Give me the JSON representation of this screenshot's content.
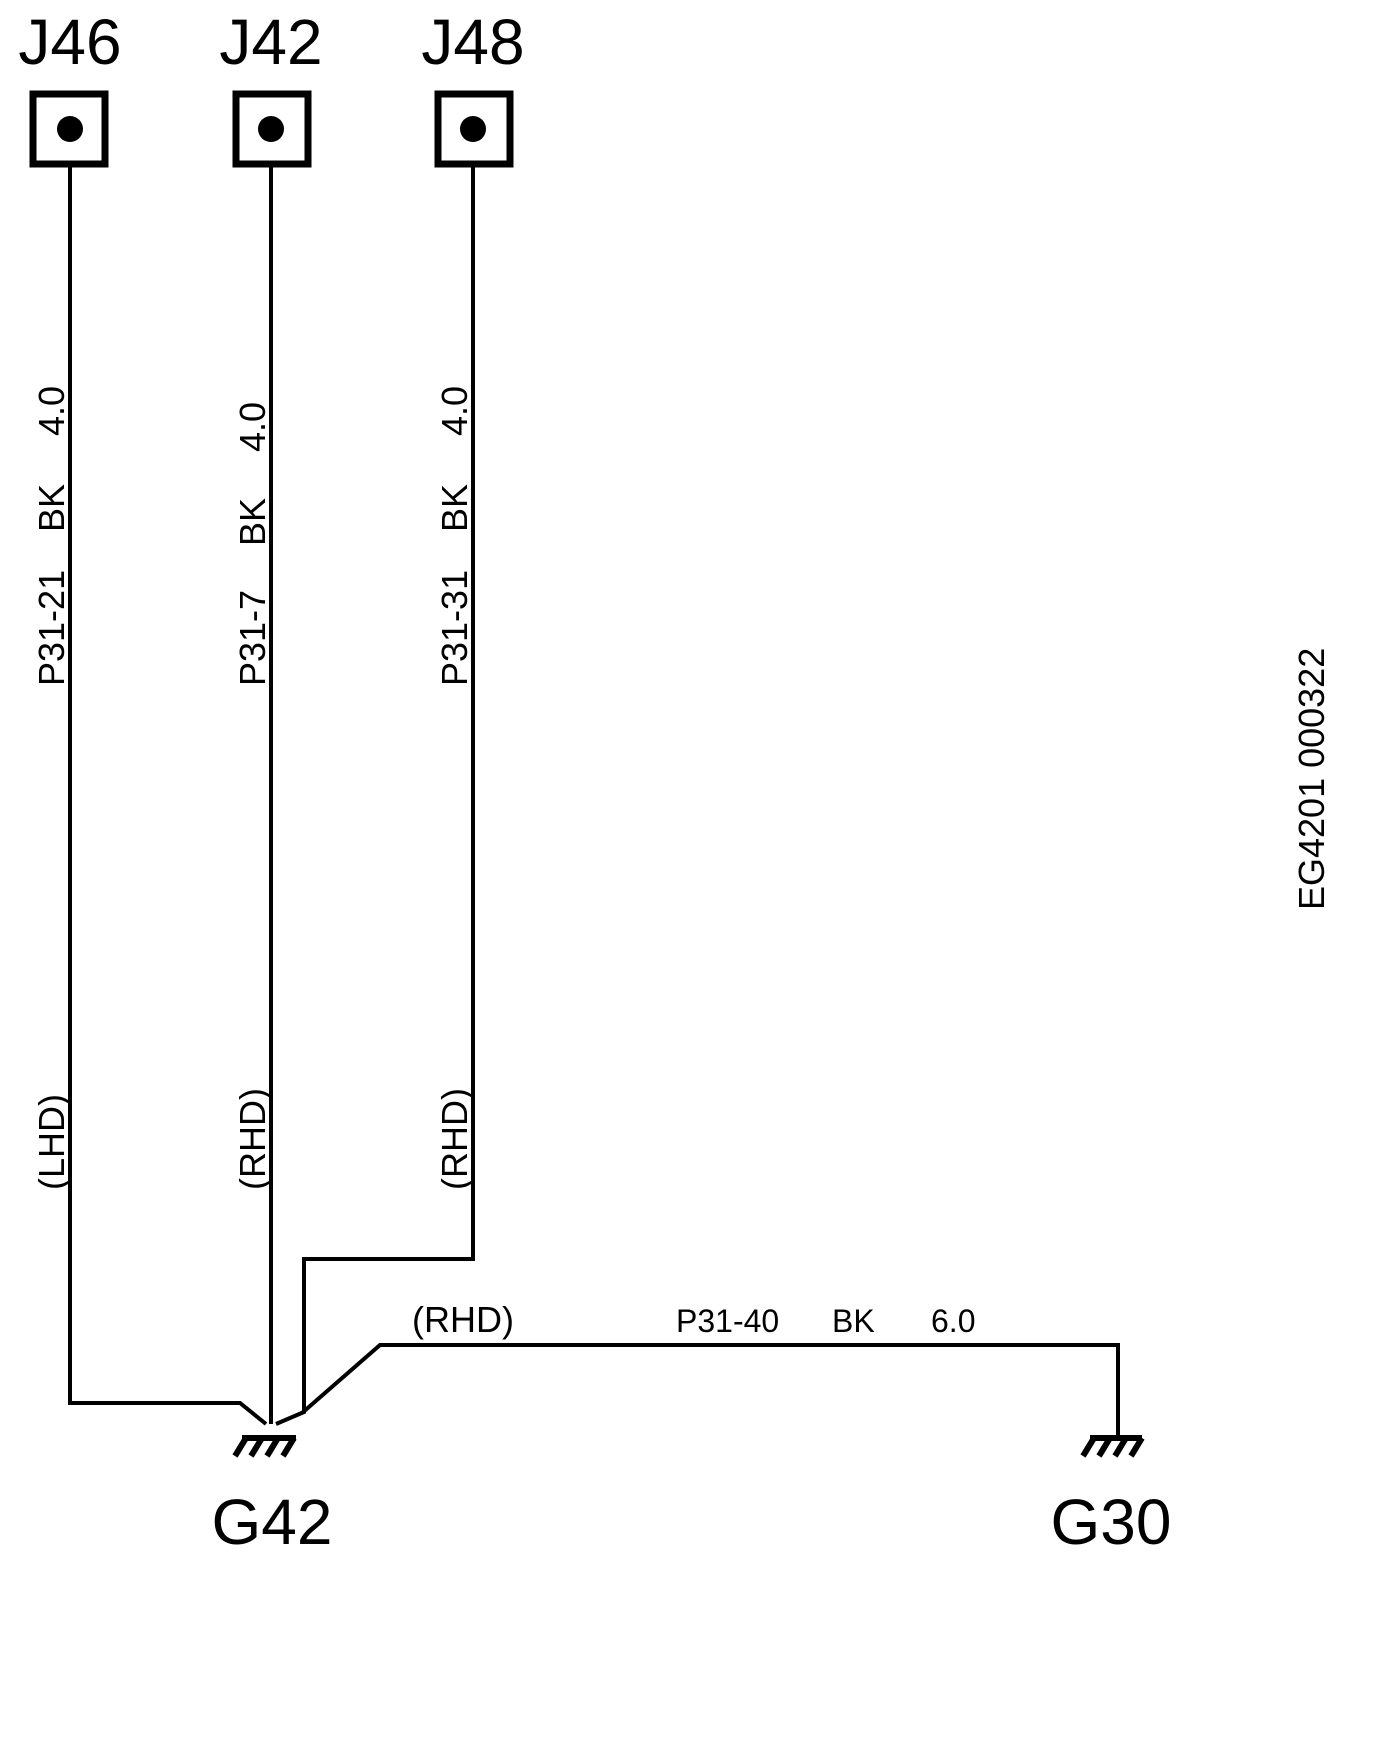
{
  "diagram": {
    "drawing_id": "EG4201 000322",
    "connectors": [
      {
        "id": "J46",
        "circuit": "P31-21",
        "color": "BK",
        "size": "4.0",
        "variant": "(LHD)"
      },
      {
        "id": "J42",
        "circuit": "P31-7",
        "color": "BK",
        "size": "4.0",
        "variant": "(RHD)"
      },
      {
        "id": "J48",
        "circuit": "P31-31",
        "color": "BK",
        "size": "4.0",
        "variant": "(RHD)"
      }
    ],
    "link_wire": {
      "variant": "(RHD)",
      "circuit": "P31-40",
      "color": "BK",
      "size": "6.0"
    },
    "grounds": [
      {
        "id": "G42"
      },
      {
        "id": "G30"
      }
    ]
  }
}
